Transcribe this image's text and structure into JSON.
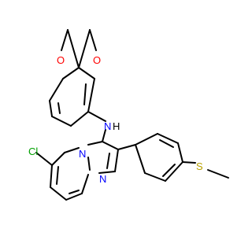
{
  "molecule": {
    "atoms": {
      "O1": "O",
      "O2": "O",
      "NH": "N",
      "H": "H",
      "N_bridge": "N",
      "N_ring": "N",
      "Cl": "Cl",
      "S": "S"
    }
  },
  "colors": {
    "bond": "#000000",
    "oxygen": "#ff0000",
    "nitrogen": "#0000ff",
    "chlorine": "#00a000",
    "sulfur": "#b8a000",
    "hydrogen": "#000000"
  }
}
